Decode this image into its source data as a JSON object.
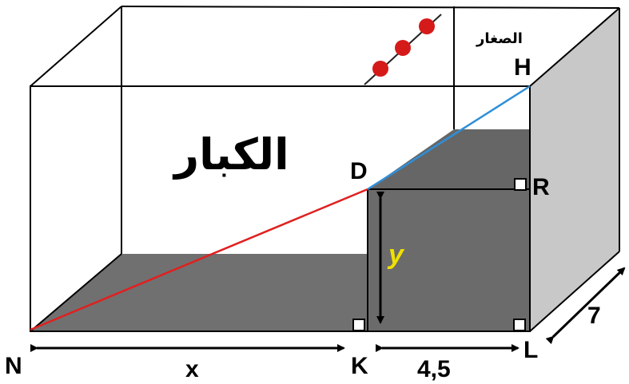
{
  "labels": {
    "region_adults": "الكبار",
    "region_children": "الصغار",
    "point_N": "N",
    "point_K": "K",
    "point_L": "L",
    "point_H": "H",
    "point_D": "D",
    "point_R": "R",
    "dim_x": "x",
    "dim_kl": "4,5",
    "dim_depth": "7",
    "dim_y": "y"
  },
  "colors": {
    "edge": "#000000",
    "floor": "#707070",
    "block_top": "#666666",
    "block_front": "#6b6b6b",
    "right_face": "#c8c8c8",
    "segment_ND": "#e02020",
    "segment_DH": "#2f8fd8",
    "y_label": "#f0e000",
    "dots": "#d51a1a"
  }
}
